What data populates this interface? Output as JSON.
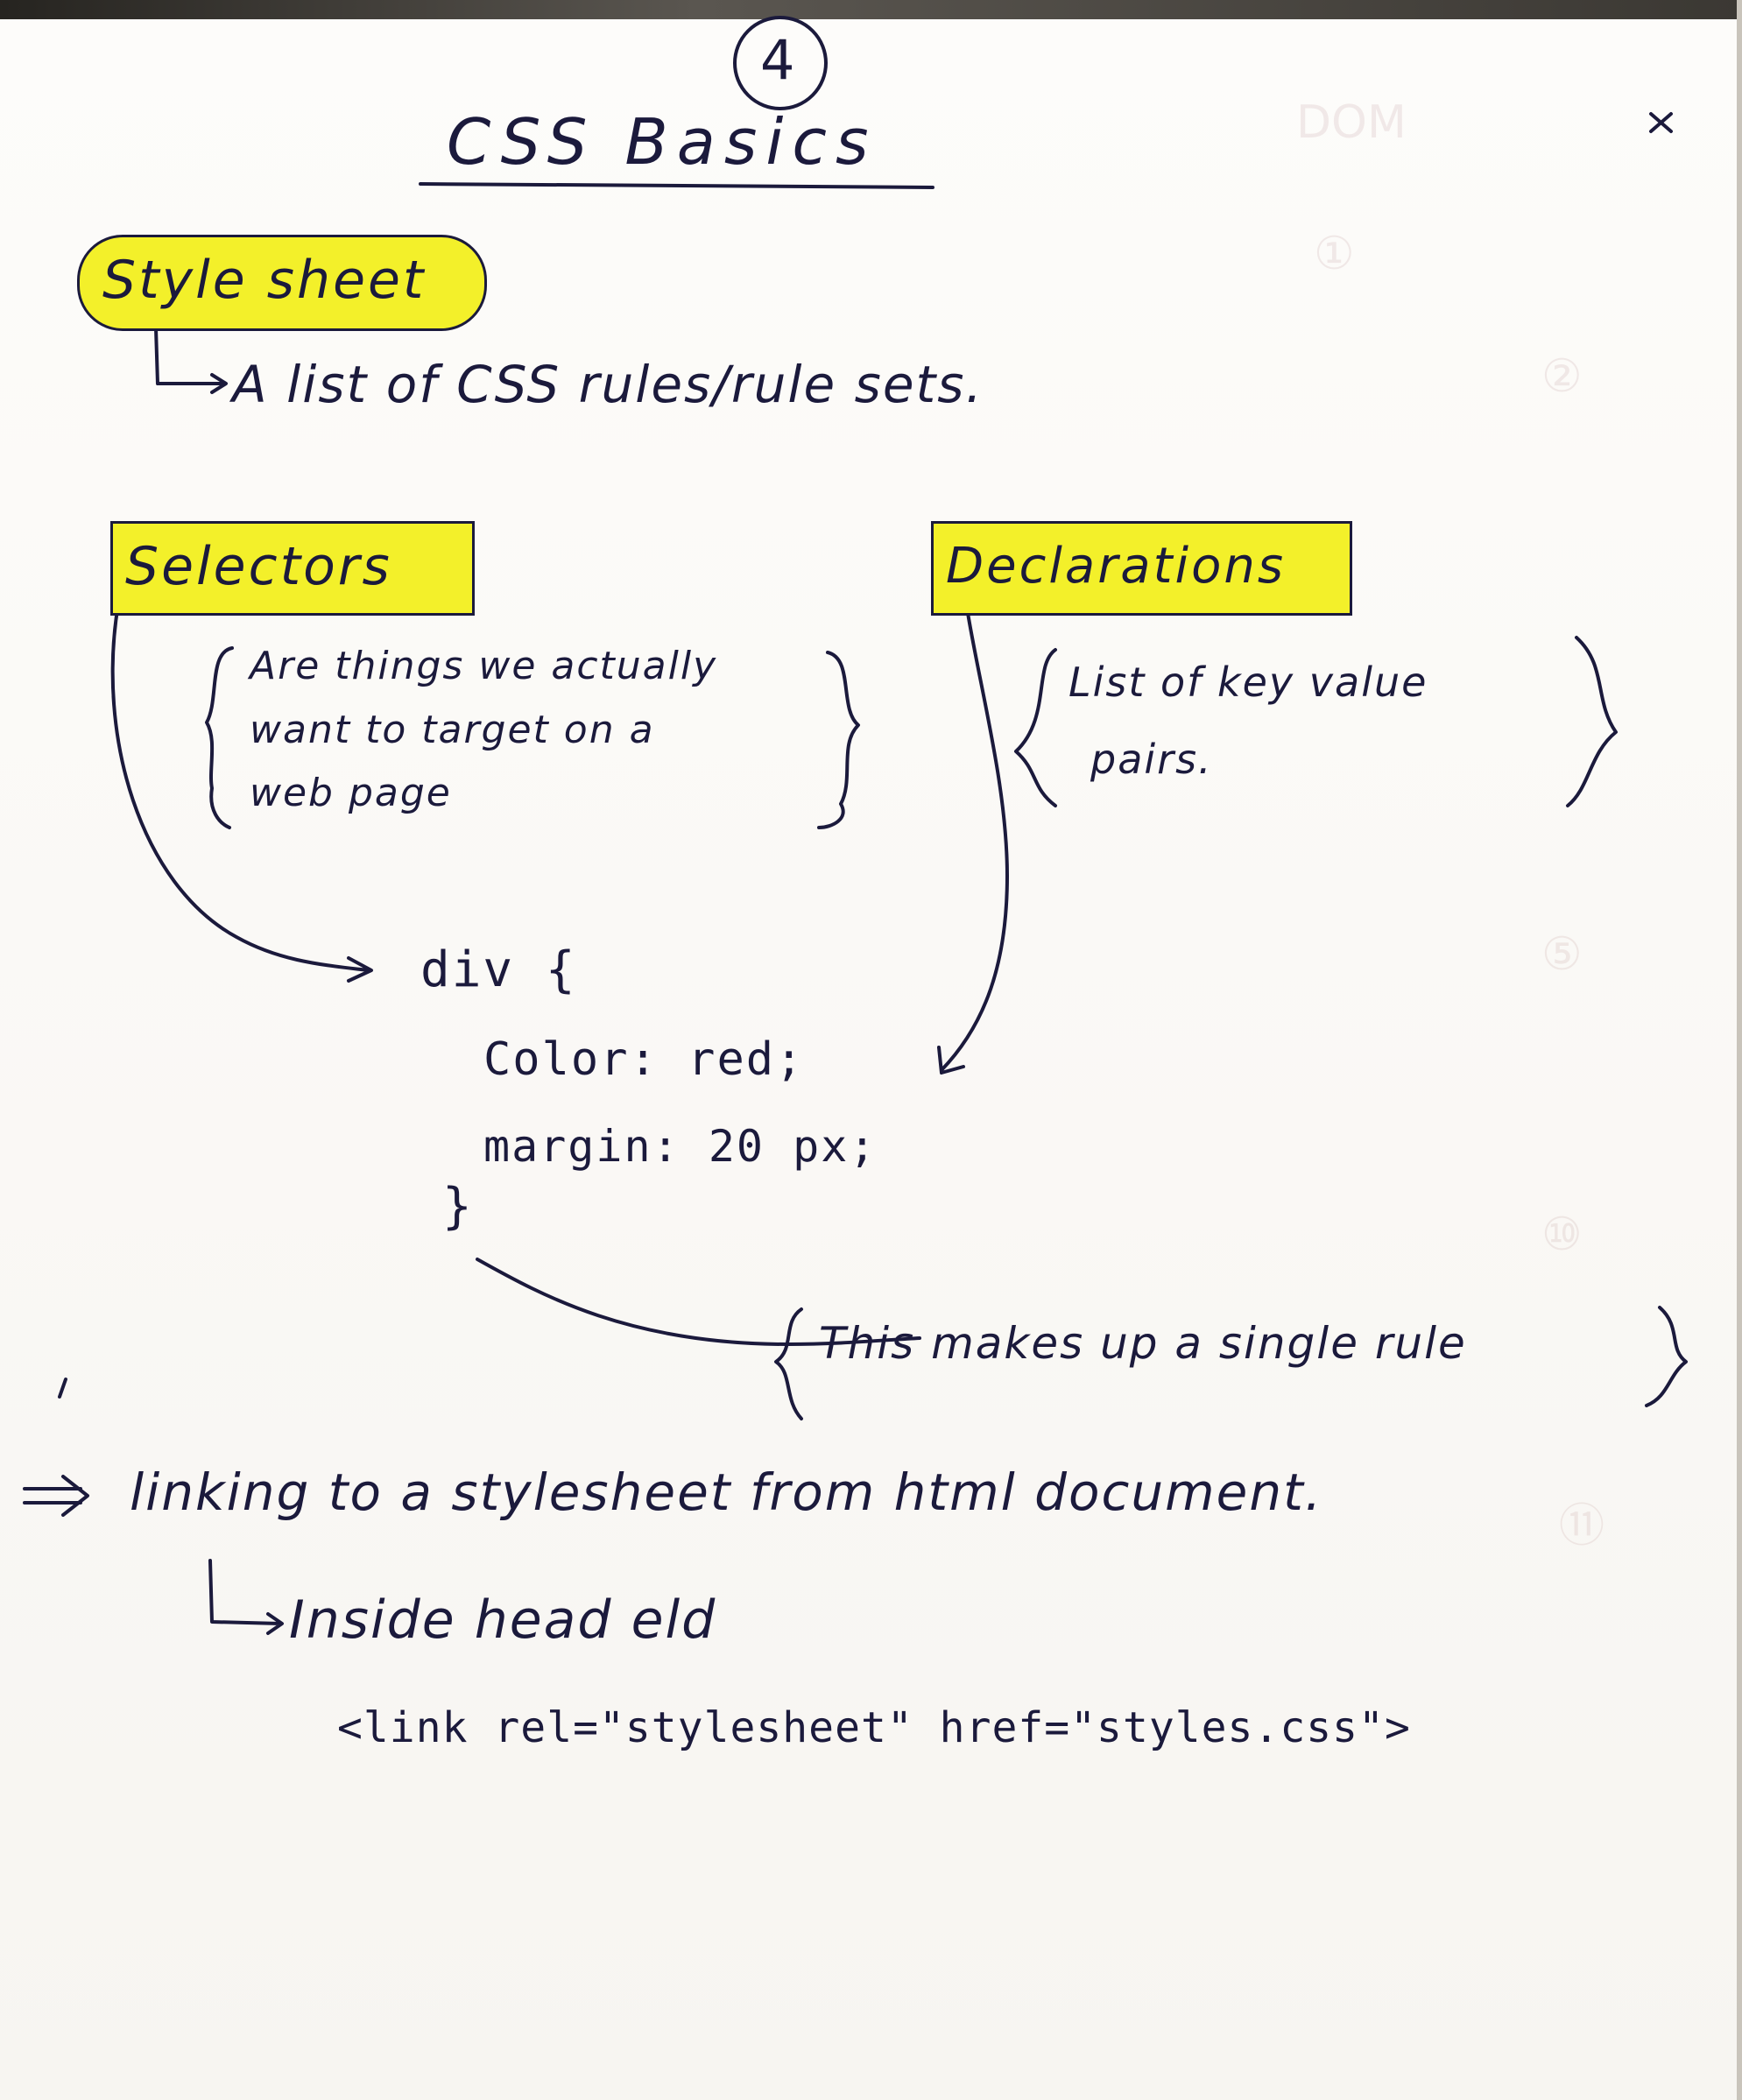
{
  "page": {
    "number": "4",
    "title": "CSS Basics"
  },
  "stylesheet": {
    "term": "Style sheet",
    "definition": "A list of CSS rules/rule sets."
  },
  "selectors": {
    "term": "Selectors",
    "description_lines": [
      "Are things we actually",
      "want to target on a",
      "web page"
    ]
  },
  "declarations": {
    "term": "Declarations",
    "description_lines": [
      "List of key value",
      "pairs."
    ]
  },
  "example_rule": {
    "selector_line": "div {",
    "declaration_lines": [
      "Color: red;",
      "margin: 20 px;"
    ],
    "closing": "}",
    "note": "This makes up a single rule"
  },
  "linking": {
    "heading": "linking to a stylesheet from html document.",
    "placement": "Inside head eld",
    "code": "<link rel=\"stylesheet\" href=\"styles.css\">"
  },
  "colors": {
    "ink": "#1b1a3c",
    "highlighter": "#f3f02a",
    "paper": "#fbfaf7"
  }
}
